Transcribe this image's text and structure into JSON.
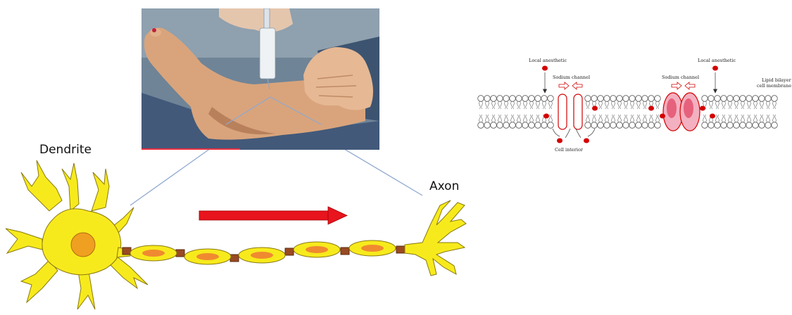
{
  "labels": {
    "dendrite": "Dendrite",
    "axon": "Axon"
  },
  "membrane": {
    "local_anesthetic_left": "Local anesthetic",
    "local_anesthetic_right": "Local anesthetic",
    "sodium_channel_left": "Sodium channel",
    "sodium_channel_right": "Sodium channel",
    "lipid_bilayer_line1": "Lipid bilayer",
    "lipid_bilayer_line2": "cell membrane",
    "cell_interior": "Cell interior"
  },
  "colors": {
    "neuron_fill": "#f7ea1c",
    "neuron_stroke": "#8a7a10",
    "nucleus": "#f0a020",
    "myelin_core": "#f08a30",
    "node_of_ranvier": "#9a4a22",
    "arrow": "#e8141e",
    "connector_lines": "#8fa8d0",
    "anesthetic_dot": "#d40000",
    "photo_bottom_strip": "#e83040"
  },
  "icons": [
    "neuron-illustration",
    "injection-photo",
    "direction-arrow",
    "membrane-diagram"
  ]
}
